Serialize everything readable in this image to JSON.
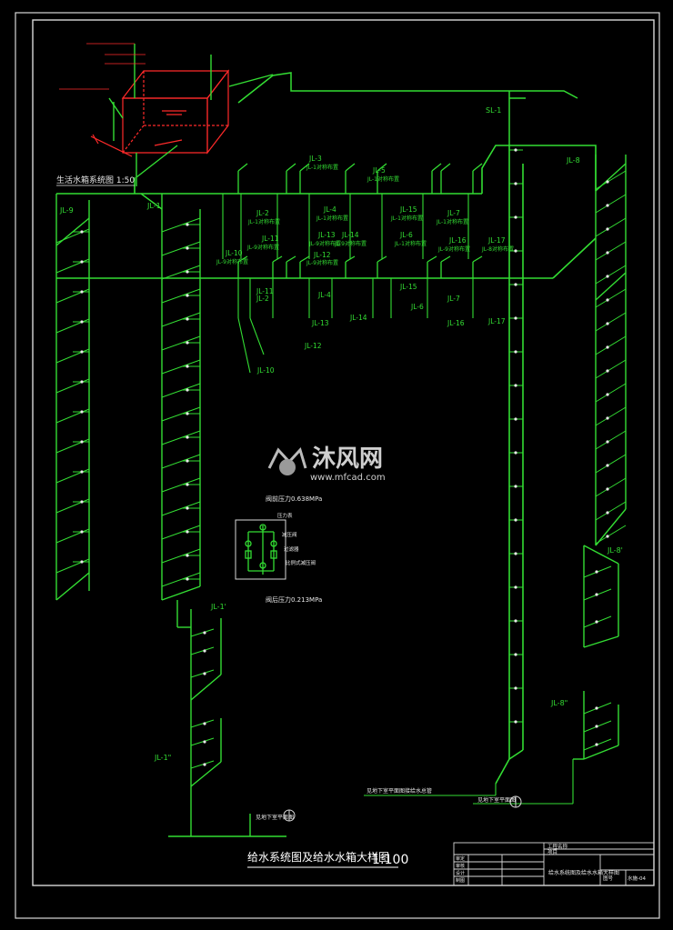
{
  "colors": {
    "background": "#000000",
    "pipe": "#33dd33",
    "frame": "#d8d8d8",
    "tank": "#ff2a2a",
    "text": "#e8e8e8"
  },
  "drawing_title": "给水系统图及给水水箱大样图",
  "drawing_scale": "1:100",
  "tank_detail_title": "生活水箱系统图 1:50",
  "watermark": {
    "brand": "沐风网",
    "url": "www.mfcad.com"
  },
  "valve_detail": {
    "pressure_top": "阀前压力0.638MPa",
    "pressure_bottom": "阀后压力0.213MPa",
    "label_1": "压力表",
    "label_2": "减压阀",
    "label_3": "过滤器",
    "label_4": "比例式减压阀"
  },
  "riser_labels": {
    "jl9": "JL-9",
    "jl1": "JL-1",
    "jl1b": "JL-1'",
    "jl1c": "JL-1\"",
    "jl8": "JL-8",
    "jl8b": "JL-8'",
    "jl8c": "JL-8\"",
    "sl1": "SL-1",
    "jl3": "JL-3",
    "jl5": "JL-5",
    "jl2a": "JL-2",
    "jl4a": "JL-4",
    "jl15a": "JL-15",
    "jl7a": "JL-7",
    "jl11a": "JL-11",
    "jl10a": "JL-10",
    "jl13a": "JL-13",
    "jl12a": "JL-12",
    "jl14a": "JL-14",
    "jl6a": "JL-6",
    "jl16a": "JL-16",
    "jl17a": "JL-17",
    "jl2b": "JL-2",
    "jl4b": "JL-4",
    "jl15b": "JL-15",
    "jl7b": "JL-7",
    "jl11b": "JL-11",
    "jl13b": "JL-13",
    "jl12b": "JL-12",
    "jl10b": "JL-10",
    "jl14b": "JL-14",
    "jl6b": "JL-6",
    "jl16b": "JL-16",
    "jl17b": "JL-17"
  },
  "sub_labels": {
    "s3": "JL-1对称布置",
    "s5": "JL-1对称布置",
    "s2a": "JL-1对称布置",
    "s4a": "JL-1对称布置",
    "s15a": "JL-1对称布置",
    "s7a": "JL-1对称布置",
    "s11a": "JL-9对称布置",
    "s10a": "JL-9对称布置",
    "s13a": "JL-9对称布置",
    "s12a": "JL-9对称布置",
    "s14a": "JL-9对称布置",
    "s6a": "JL-1对称布置",
    "s16a": "JL-9对称布置",
    "s17a": "JL-8对称布置"
  },
  "notes": {
    "left_bottom": "见地下室平面图",
    "right_bottom": "见地下室平面图",
    "mid_bottom": "见地下室平面图接给水总管"
  },
  "title_block": {
    "project_label": "工程名称",
    "item_label": "项目",
    "drawing_name": "给水系统图及给水水箱大样图",
    "rows": [
      "审定",
      "审核",
      "设计",
      "制图"
    ],
    "sheet_label": "图号",
    "sheet_no": "水施-04"
  }
}
